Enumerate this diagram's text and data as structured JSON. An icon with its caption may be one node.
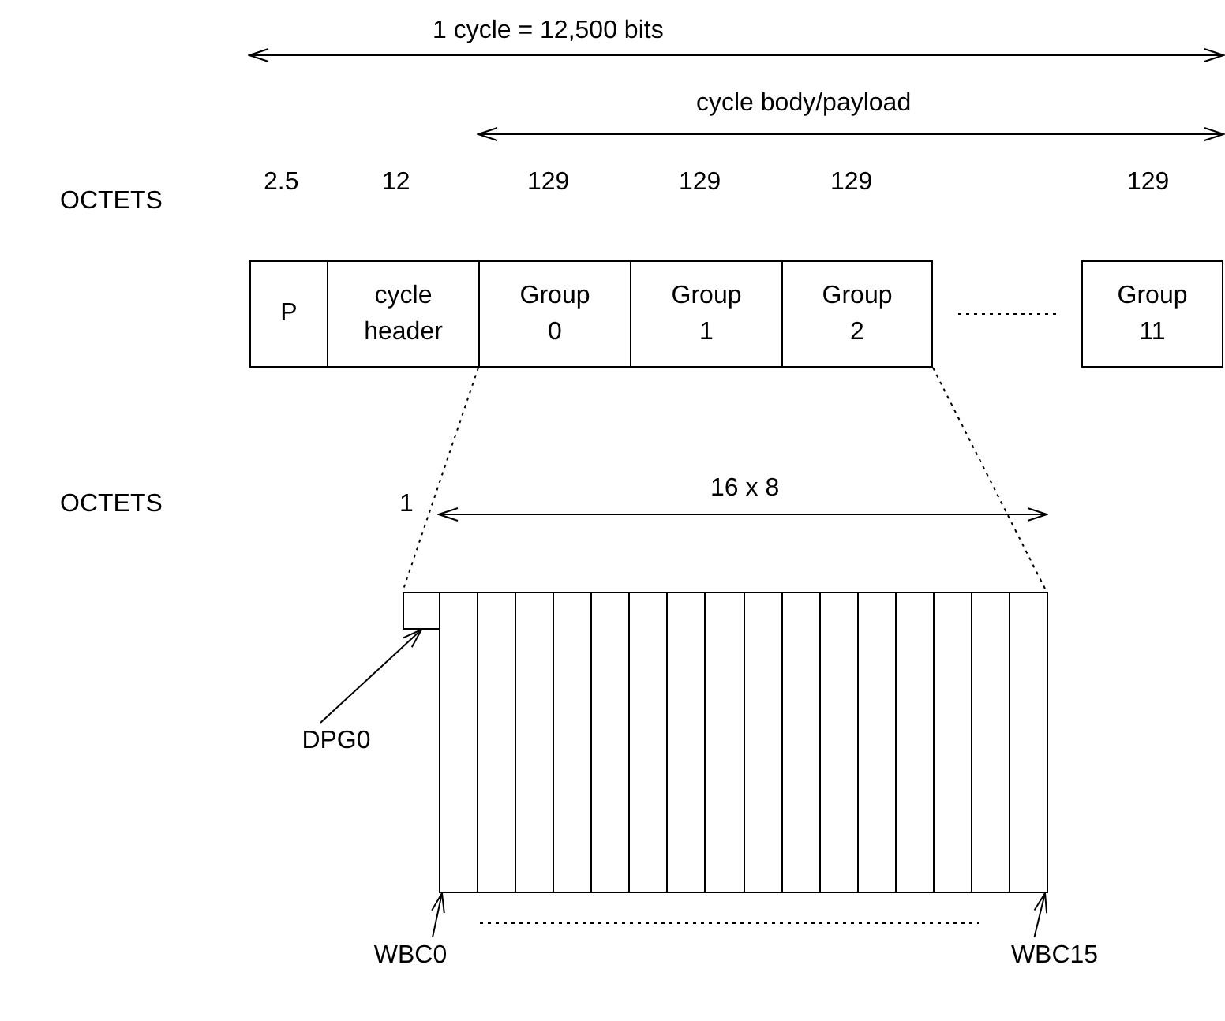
{
  "diagram": {
    "nodes": [
      {
        "text": [
          "P"
        ]
      },
      {
        "text": [
          "cycle header"
        ]
      },
      {
        "text": [
          "Group 0"
        ]
      },
      {
        "text": [
          "Group 1"
        ]
      },
      {
        "text": [
          "Group 2"
        ]
      },
      {
        "text": [
          "Group 11"
        ]
      },
      {
        "text": [],
        "shape": "box"
      },
      {
        "text": [],
        "shape": "box"
      },
      {
        "text": [],
        "shape": "box"
      },
      {
        "text": [],
        "shape": "box"
      },
      {
        "text": [],
        "shape": "box"
      },
      {
        "text": [],
        "shape": "box"
      },
      {
        "text": [],
        "shape": "box"
      },
      {
        "text": [],
        "shape": "box"
      },
      {
        "text": [],
        "shape": "box"
      },
      {
        "text": [],
        "shape": "box"
      },
      {
        "text": [],
        "shape": "box"
      },
      {
        "text": [],
        "shape": "box"
      },
      {
        "text": [],
        "shape": "box"
      },
      {
        "text": [],
        "shape": "box"
      },
      {
        "text": [],
        "shape": "box"
      },
      {
        "text": [],
        "shape": "box"
      },
      {
        "text": [],
        "shape": "box"
      },
      {
        "text": [
          "DPG0"
        ]
      },
      {
        "text": [
          "WBC0"
        ]
      },
      {
        "text": [
          "WBC15"
        ]
      }
    ],
    "edges": [
      {
        "from": 23,
        "to": 6,
        "arrow": "to"
      },
      {
        "from": 24,
        "to": 7,
        "arrow": "to"
      },
      {
        "from": 25,
        "to": 22,
        "arrow": "to"
      },
      {
        "from": 2,
        "to": 6,
        "arrow": "none",
        "style": "dashed"
      },
      {
        "from": 4,
        "to": 22,
        "arrow": "none",
        "style": "dashed"
      }
    ],
    "labels": [
      "1 cycle = 12,500 bits",
      "cycle body/payload",
      "OCTETS",
      "2.5",
      "12",
      "129",
      "129",
      "129",
      "129",
      "OCTETS",
      "1",
      "16 x 8"
    ]
  }
}
